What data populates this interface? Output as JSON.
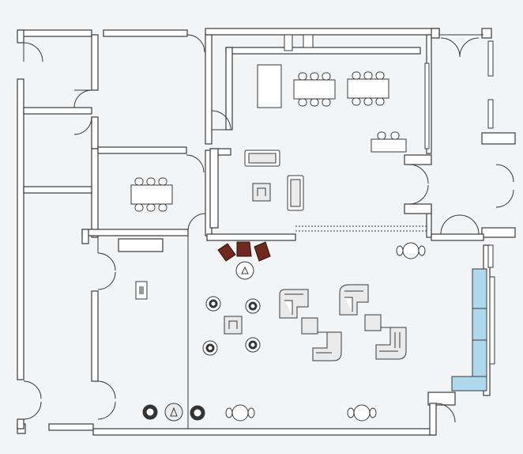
{
  "colors": {
    "background": "#f3f4f6",
    "wall_fill": "#ffffff",
    "wall_stroke": "#3a3a3a",
    "furniture_fill": "#ffffff",
    "furniture_stroke": "#3a3a3a",
    "lounge_chair_brown": "#6e2a1e",
    "sofa_blue": "#aed8ec"
  },
  "elements": {
    "rooms": [
      "west-office-1",
      "west-office-2",
      "west-office-3",
      "north-office",
      "meeting-room",
      "open-workspace",
      "east-corridor",
      "lounge",
      "hallway"
    ],
    "furniture": [
      "conference-table",
      "workspace-table-1",
      "workspace-table-2",
      "sofa",
      "lounge-chairs",
      "sectional-sofas",
      "cafe-tables",
      "corner-sofa"
    ]
  }
}
